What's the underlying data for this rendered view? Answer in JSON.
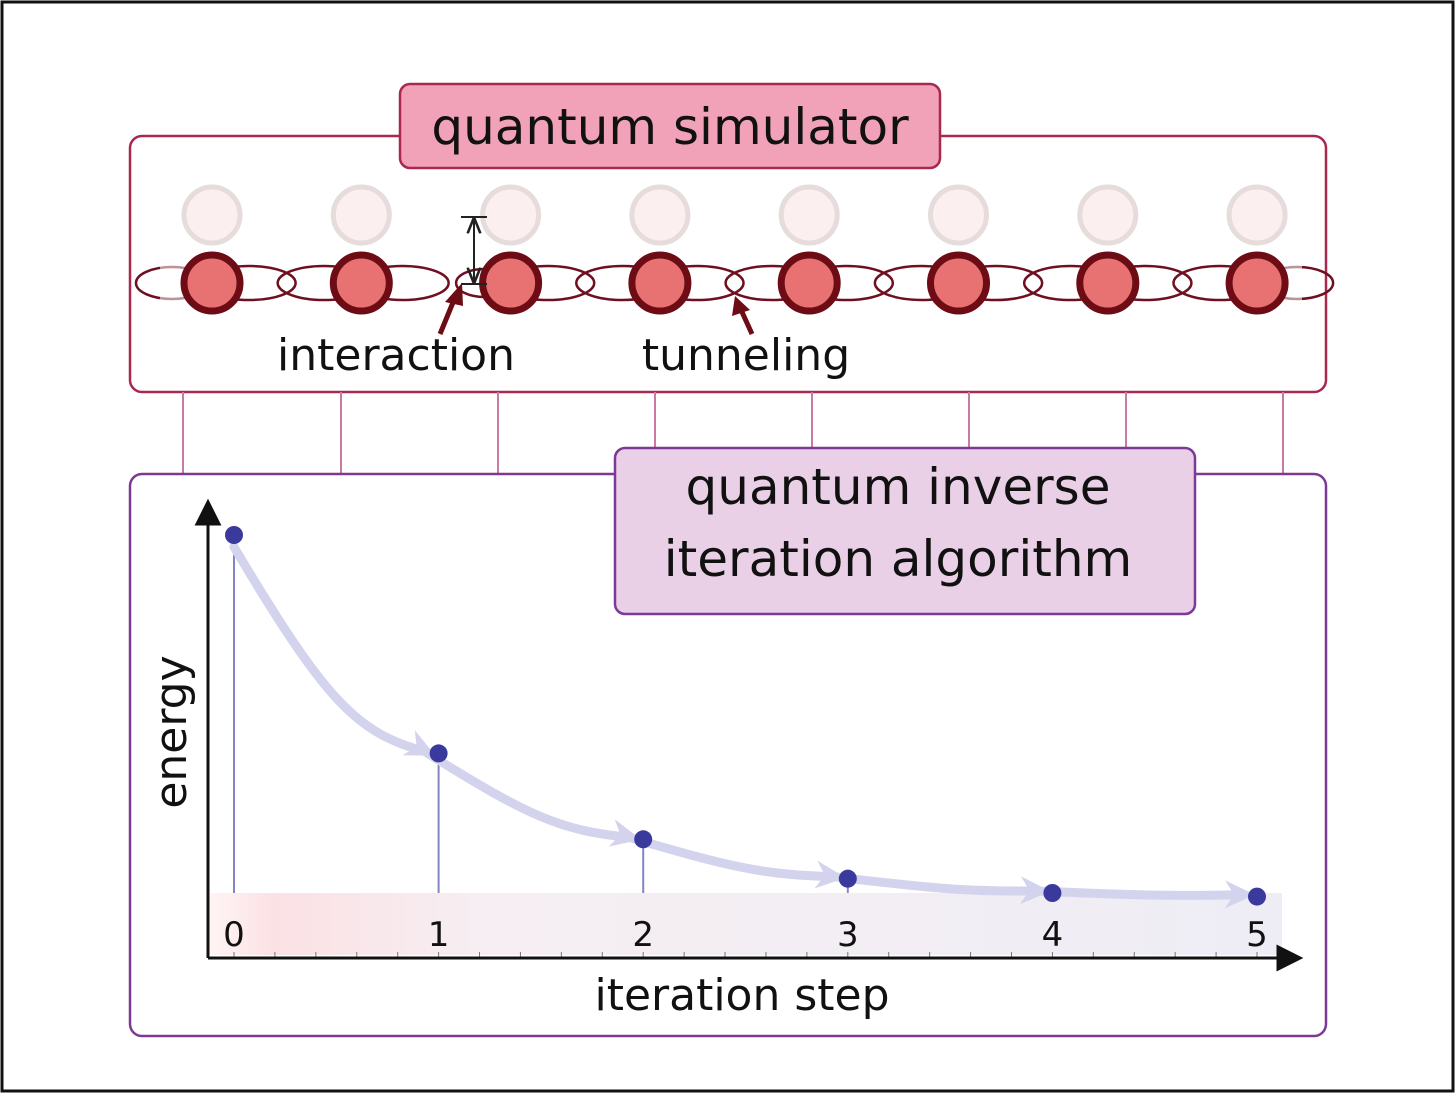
{
  "simulator": {
    "title": "quantum simulator",
    "interaction_label": "interaction",
    "tunneling_label": "tunneling",
    "site_count": 8
  },
  "algorithm": {
    "title_line1": "quantum inverse",
    "title_line2": "iteration algorithm"
  },
  "chart_data": {
    "type": "scatter",
    "xlabel": "iteration step",
    "ylabel": "energy",
    "x": [
      0,
      1,
      2,
      3,
      4,
      5
    ],
    "tick_labels": [
      "0",
      "1",
      "2",
      "3",
      "4",
      "5"
    ],
    "y": [
      1.0,
      0.39,
      0.15,
      0.04,
      0.0,
      -0.01
    ],
    "ylim": [
      -0.15,
      1.05
    ],
    "grid": false
  },
  "colors": {
    "simulator_border": "#a8284e",
    "simulator_title_fill": "#f2a2b8",
    "algorithm_border": "#7a3a95",
    "algorithm_title_fill": "#ead0e6",
    "atom_fill": "#e87272",
    "atom_stroke": "#6e0c16",
    "bond": "#6e1020",
    "point": "#3a3a9c"
  }
}
